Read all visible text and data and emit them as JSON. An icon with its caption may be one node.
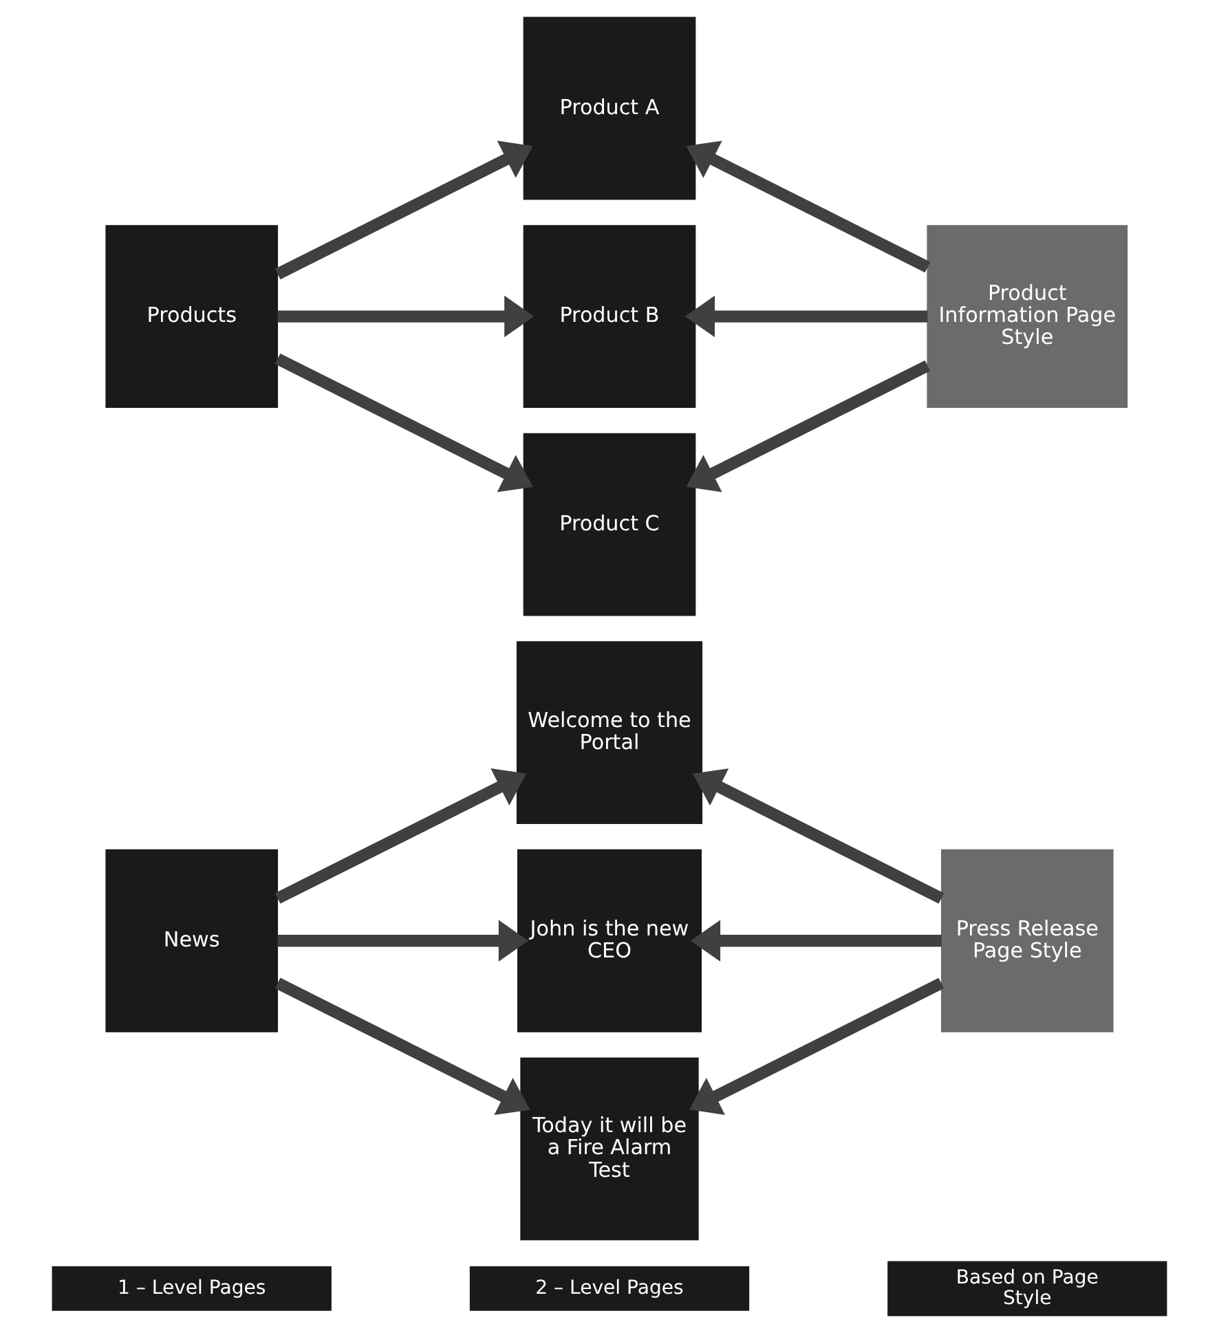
{
  "diagram": {
    "nodes": [
      {
        "text": [
          "1 – Level Pages"
        ]
      },
      {
        "text": [
          "2 – Level Pages"
        ]
      },
      {
        "text": [
          "Based on Page Style"
        ]
      },
      {
        "text": [
          "News"
        ]
      },
      {
        "text": [
          "Welcome to the Portal"
        ]
      },
      {
        "text": [
          "John is the new CEO"
        ]
      },
      {
        "text": [
          "Today it will be a Fire Alarm Test"
        ]
      },
      {
        "text": [
          "Press Release Page Style"
        ]
      },
      {
        "text": [
          "Products"
        ]
      },
      {
        "text": [
          "Product A"
        ]
      },
      {
        "text": [
          "Product B"
        ]
      },
      {
        "text": [
          "Product C"
        ]
      },
      {
        "text": [
          "Product Information Page Style"
        ]
      }
    ],
    "edges": [
      {
        "from": 3,
        "to": 4,
        "arrow": "to"
      },
      {
        "from": 3,
        "to": 5,
        "arrow": "to"
      },
      {
        "from": 3,
        "to": 6,
        "arrow": "to"
      },
      {
        "from": 7,
        "to": 4,
        "arrow": "to"
      },
      {
        "from": 7,
        "to": 5,
        "arrow": "to"
      },
      {
        "from": 7,
        "to": 6,
        "arrow": "to"
      },
      {
        "from": 8,
        "to": 9,
        "arrow": "to"
      },
      {
        "from": 8,
        "to": 10,
        "arrow": "to"
      },
      {
        "from": 8,
        "to": 11,
        "arrow": "to"
      },
      {
        "from": 12,
        "to": 9,
        "arrow": "to"
      },
      {
        "from": 12,
        "to": 10,
        "arrow": "to"
      },
      {
        "from": 12,
        "to": 11,
        "arrow": "to"
      }
    ]
  }
}
